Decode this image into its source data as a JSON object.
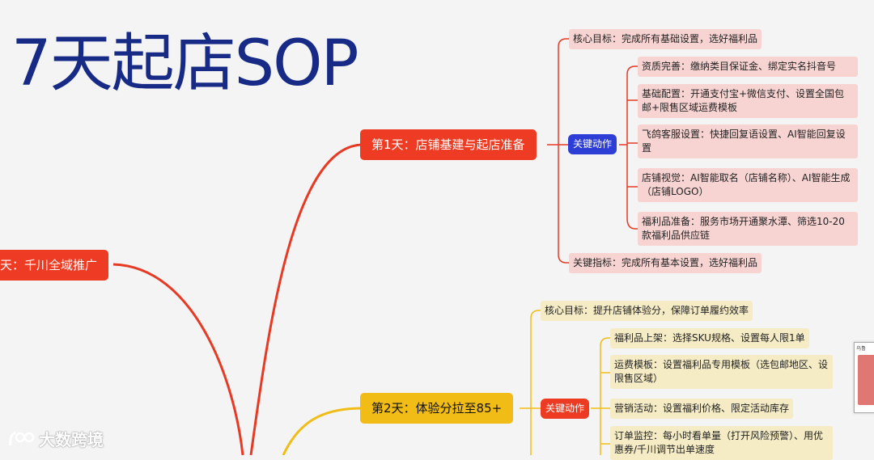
{
  "title": "7天起店SOP",
  "left_topic": {
    "label": "天：千川全域推广"
  },
  "day1": {
    "label": "第1天：店铺基建与起店准备",
    "core": "核心目标：完成所有基础设置，选好福利品",
    "tag": "关键动作",
    "actions": [
      "资质完善：缴纳类目保证金、绑定实名抖音号",
      "基础配置：开通支付宝+微信支付、设置全国包邮+限售区域运费模板",
      "飞鸽客服设置：快捷回复语设置、AI智能回复设置",
      "店铺视觉：AI智能取名（店铺名称）、AI智能生成（店铺LOGO）",
      "福利品准备：服务市场开通聚水潭、筛选10-20款福利品供应链"
    ],
    "metric": "关键指标：完成所有基本设置，选好福利品"
  },
  "day2": {
    "label": "第2天：体验分拉至85+",
    "core": "核心目标：提升店铺体验分，保障订单履约效率",
    "tag": "关键动作",
    "actions": [
      "福利品上架：选择SKU规格、设置每人限1单",
      "运费模板：设置福利品专用模板（选包邮地区、设限售区域）",
      "营销活动：设置福利价格、限定活动库存",
      "订单监控：每小时看单量（打开风险预警）、用优惠券/千川调节出单速度"
    ]
  },
  "watermark": {
    "icon": "logo-icon",
    "text": "大数跨境"
  },
  "minimap": {
    "header": "乌鲁"
  },
  "colors": {
    "title": "#162a86",
    "red": "#ee3b24",
    "yellow": "#f1bc15",
    "blue_tag": "#2c3ed6",
    "pink_note": "#f7d4d2",
    "cream_note": "#f5ecc6"
  }
}
